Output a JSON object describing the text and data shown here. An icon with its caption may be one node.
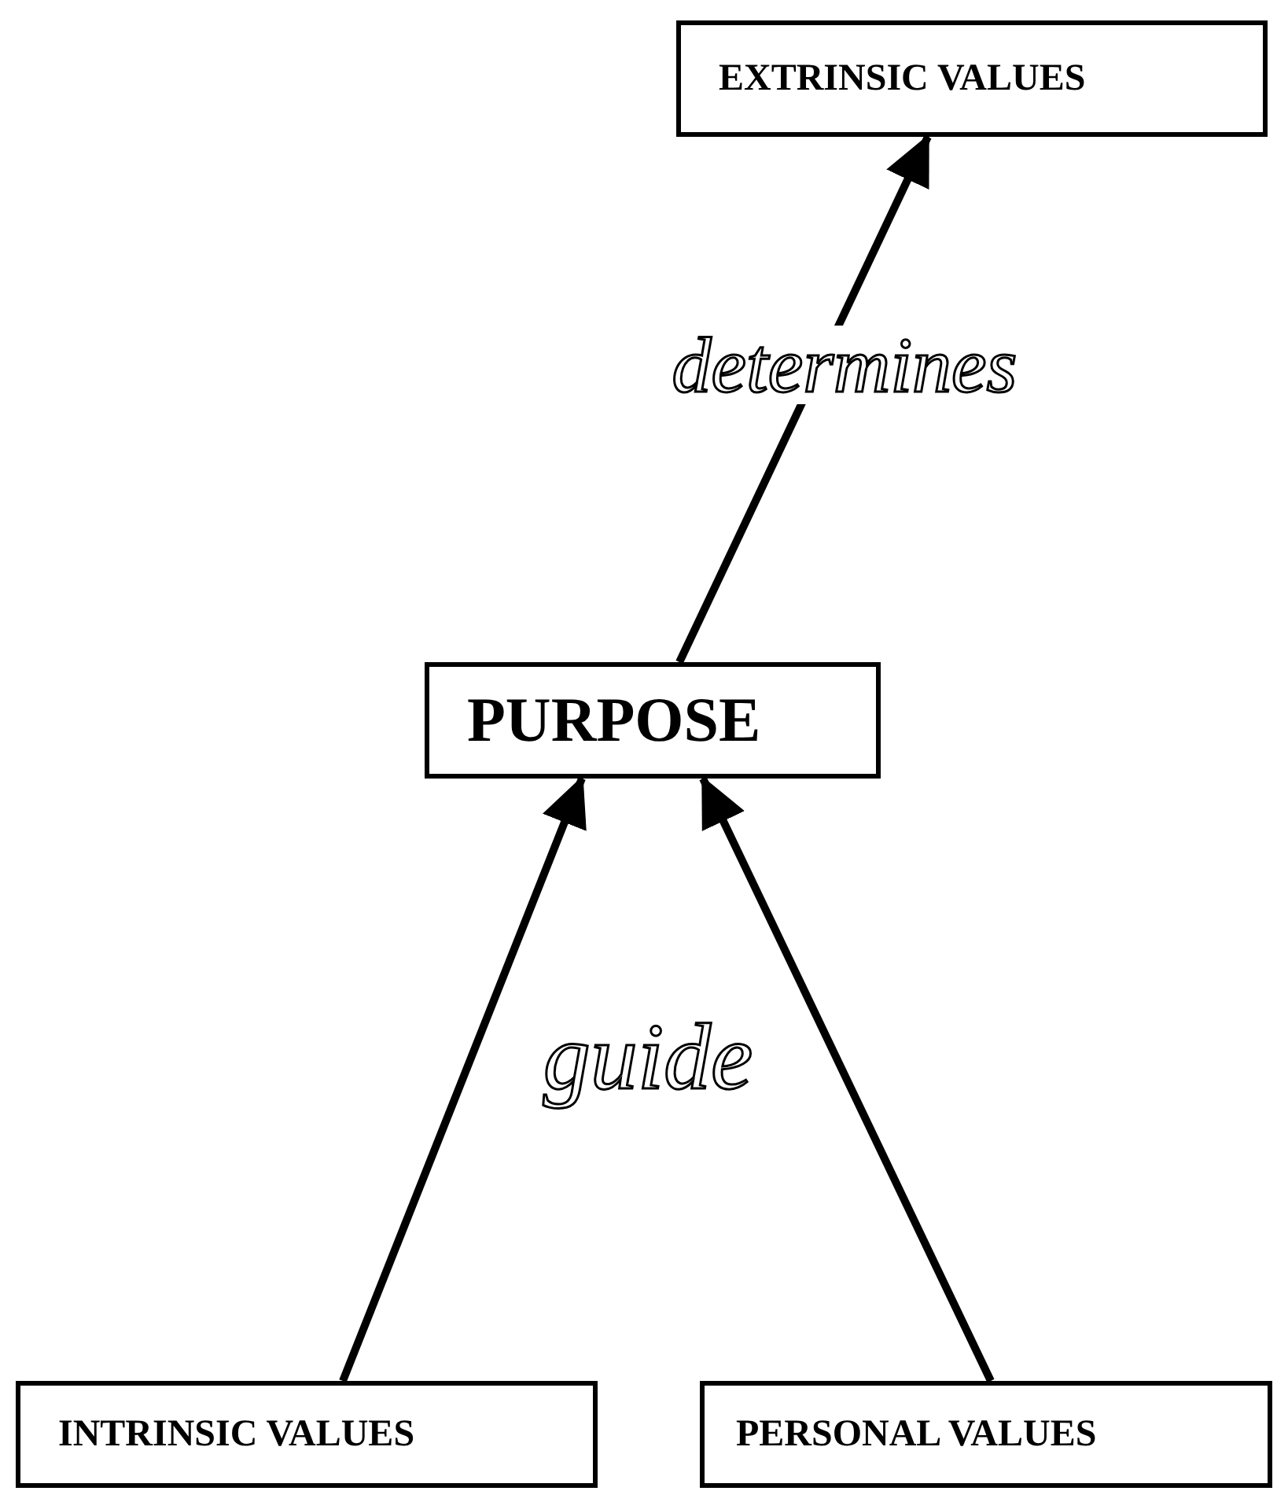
{
  "diagram": {
    "nodes": [
      {
        "text": [
          "EXTRINSIC VALUES"
        ]
      },
      {
        "text": [
          "PURPOSE"
        ]
      },
      {
        "text": [
          "INTRINSIC VALUES"
        ]
      },
      {
        "text": [
          "PERSONAL VALUES"
        ]
      }
    ],
    "edges": [
      {
        "from": 1,
        "to": 0,
        "arrow": "to",
        "label": "determines"
      },
      {
        "from": 2,
        "to": 1,
        "arrow": "to",
        "label": "guide"
      },
      {
        "from": 3,
        "to": 1,
        "arrow": "to"
      }
    ]
  }
}
